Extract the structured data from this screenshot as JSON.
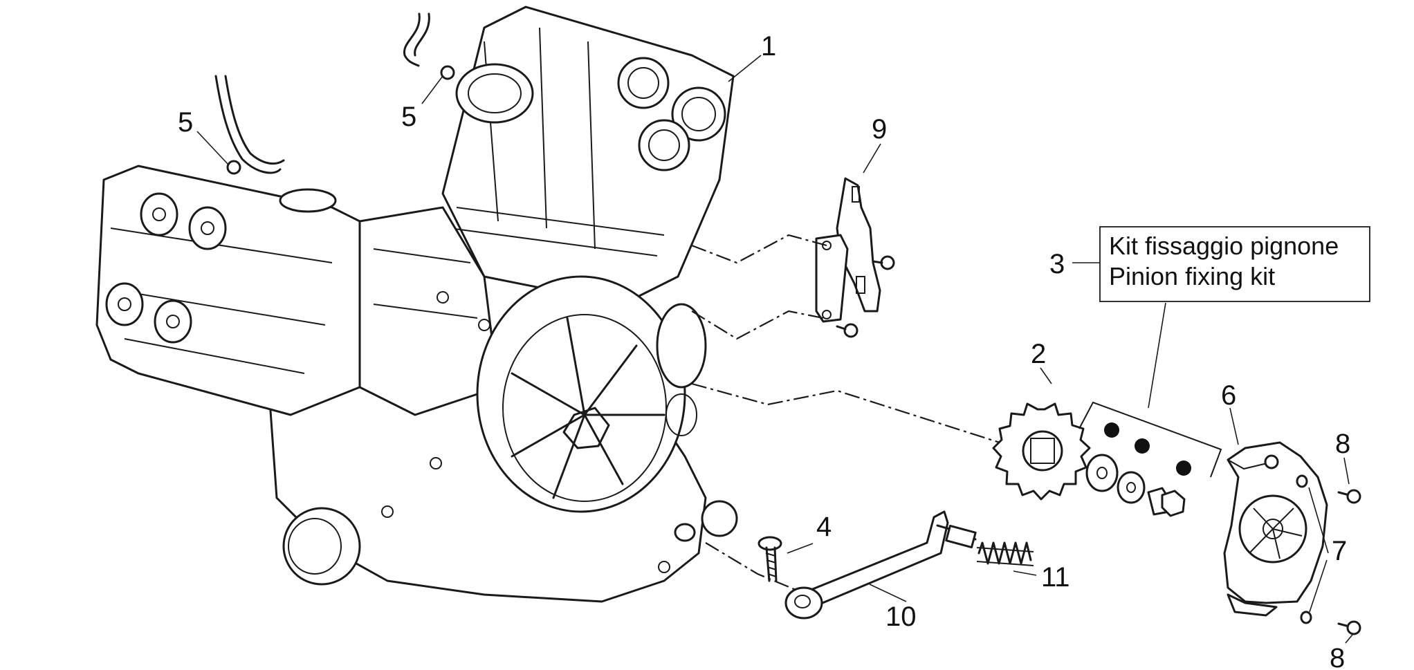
{
  "callouts": {
    "c1": "1",
    "c2": "2",
    "c3": "3",
    "c4": "4",
    "c5a": "5",
    "c5b": "5",
    "c6": "6",
    "c7": "7",
    "c8a": "8",
    "c8b": "8",
    "c9": "9",
    "c10": "10",
    "c11": "11"
  },
  "kit_box": {
    "line1": "Kit fissaggio pignone",
    "line2": "Pinion fixing kit"
  }
}
